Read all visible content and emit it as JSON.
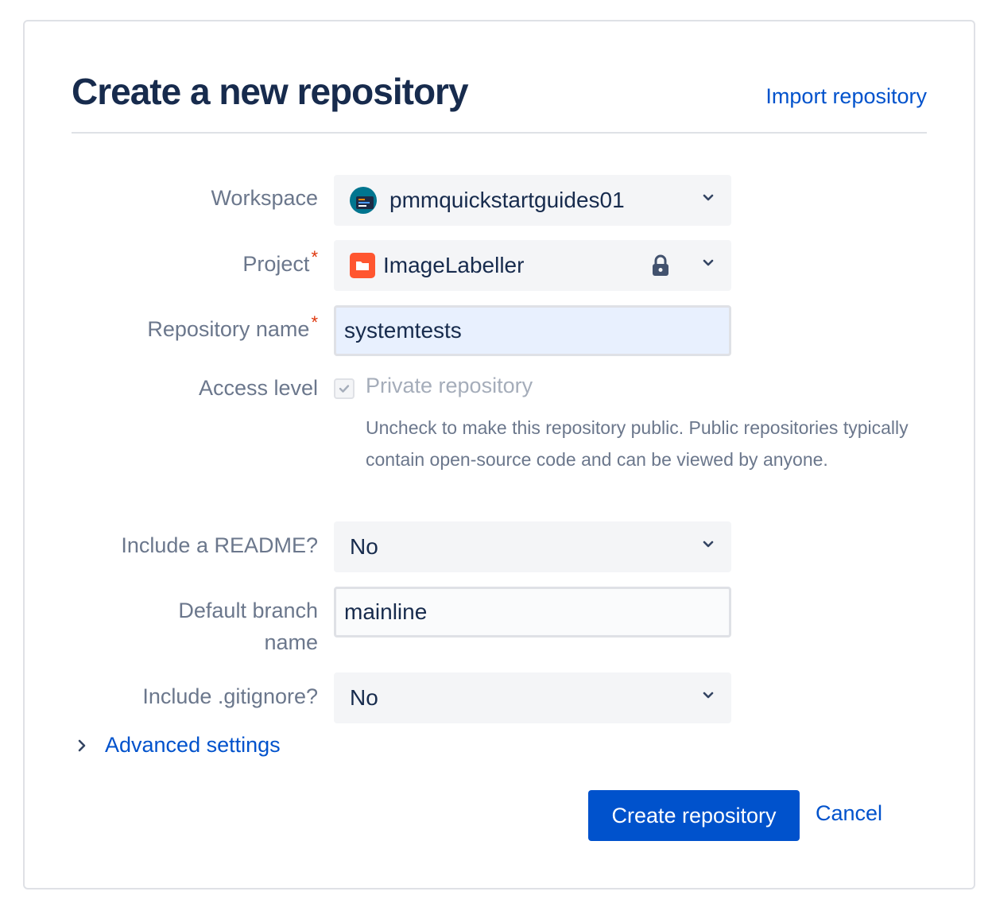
{
  "page": {
    "title": "Create a new repository",
    "import_link": "Import repository"
  },
  "form": {
    "workspace": {
      "label": "Workspace",
      "value": "pmmquickstartguides01"
    },
    "project": {
      "label": "Project",
      "required_mark": "*",
      "value": "ImageLabeller",
      "locked": true
    },
    "repository_name": {
      "label": "Repository name",
      "required_mark": "*",
      "value": "systemtests"
    },
    "access_level": {
      "label": "Access level",
      "checkbox_label": "Private repository",
      "checked": true,
      "help_text": "Uncheck to make this repository public. Public repositories typically contain open-source code and can be viewed by anyone."
    },
    "readme": {
      "label": "Include a README?",
      "value": "No"
    },
    "default_branch": {
      "label_line1": "Default branch",
      "label_line2": "name",
      "value": "mainline"
    },
    "gitignore": {
      "label": "Include .gitignore?",
      "value": "No"
    },
    "advanced_settings": "Advanced settings"
  },
  "actions": {
    "create_label": "Create repository",
    "cancel_label": "Cancel"
  },
  "colors": {
    "primary": "#0052cc",
    "required": "#de350b",
    "field_bg": "#f4f5f7",
    "workspace_avatar": "#00758f",
    "project_avatar": "#ff5630"
  },
  "icons": {
    "workspace": "workspace-avatar-icon",
    "project": "folder-icon",
    "lock": "lock-icon",
    "dropdown": "chevron-down-icon",
    "expand": "chevron-right-icon",
    "check": "check-icon"
  }
}
